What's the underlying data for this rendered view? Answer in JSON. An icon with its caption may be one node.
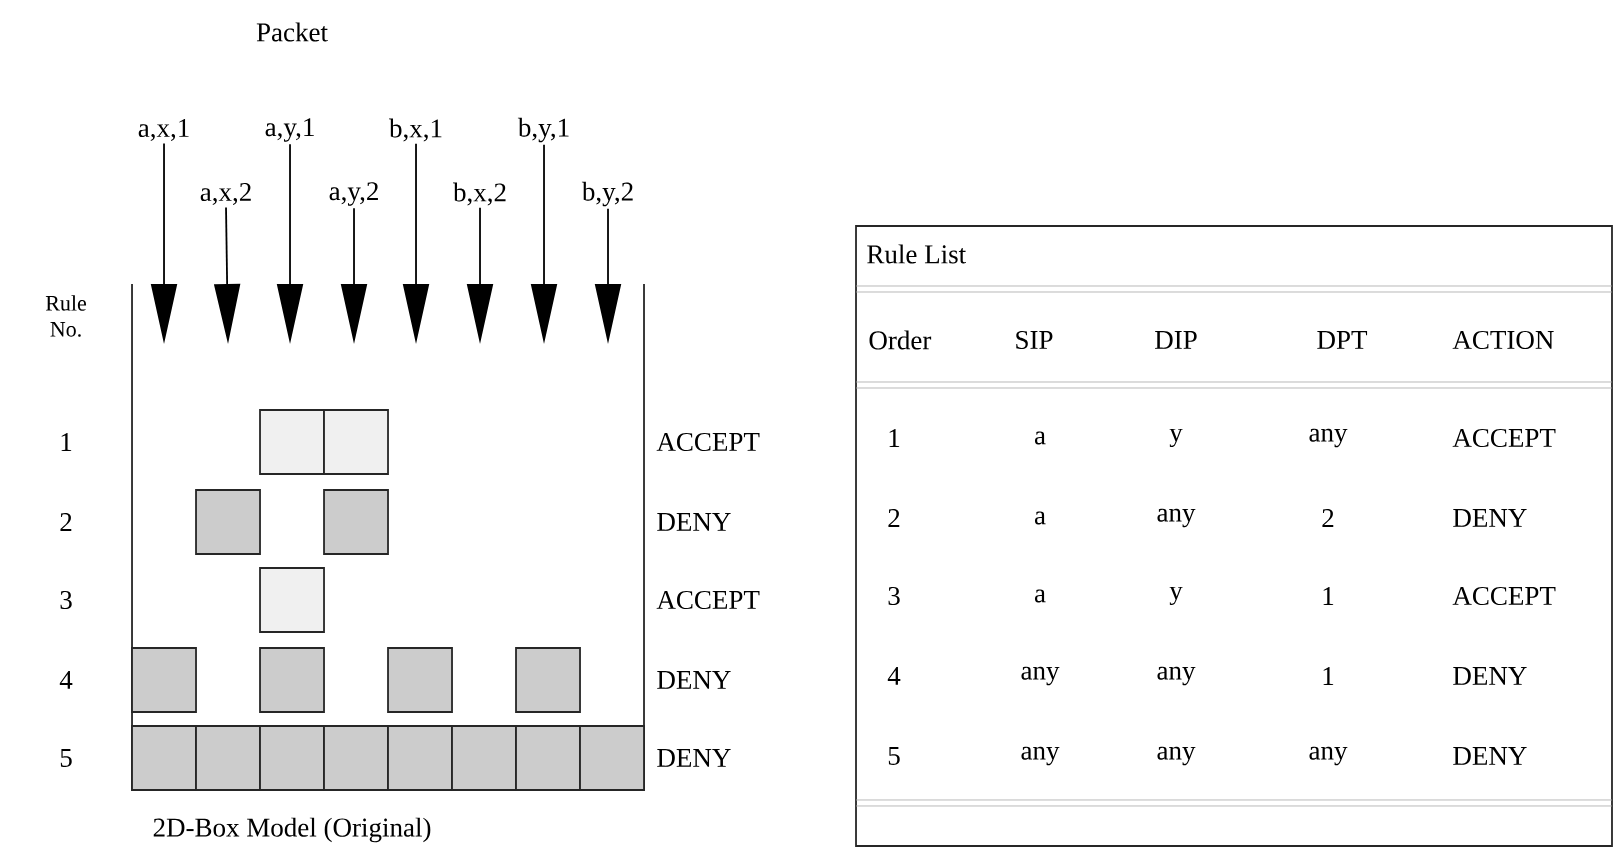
{
  "diagram": {
    "nodes": [
      {
        "text": [
          "a,x,1"
        ]
      },
      {
        "text": [
          "a,x,2"
        ]
      },
      {
        "text": [
          "a,y,1"
        ]
      },
      {
        "text": [
          "a,y,2"
        ]
      },
      {
        "text": [
          "b,x,1"
        ]
      },
      {
        "text": [
          "b,x,2"
        ]
      },
      {
        "text": [
          "b,y,1"
        ]
      },
      {
        "text": [
          "b,y,2"
        ]
      },
      {
        "text": [
          "2D-Box Model (Original)"
        ]
      }
    ],
    "edges": [
      {
        "from": 0,
        "to": null,
        "arrow": "to"
      },
      {
        "from": 1,
        "to": null,
        "arrow": "to"
      },
      {
        "from": 2,
        "to": null,
        "arrow": "to"
      },
      {
        "from": 3,
        "to": null,
        "arrow": "to"
      },
      {
        "from": 4,
        "to": null,
        "arrow": "to"
      },
      {
        "from": 5,
        "to": null,
        "arrow": "to"
      },
      {
        "from": 6,
        "to": null,
        "arrow": "to"
      },
      {
        "from": 7,
        "to": null,
        "arrow": "to"
      }
    ],
    "labels": [
      "Packet",
      "Rule No.",
      "1",
      "ACCEPT",
      "2",
      "DENY",
      "3",
      "ACCEPT",
      "4",
      "DENY",
      "5",
      "DENY",
      "Rule List",
      "Order",
      "SIP",
      "DIP",
      "DPT",
      "ACTION",
      "1",
      "a",
      "y",
      "any",
      "ACCEPT",
      "2",
      "a",
      "any",
      "2",
      "DENY",
      "3",
      "a",
      "y",
      "1",
      "ACCEPT",
      "4",
      "any",
      "any",
      "1",
      "DENY",
      "5",
      "any",
      "any",
      "any",
      "DENY"
    ]
  }
}
